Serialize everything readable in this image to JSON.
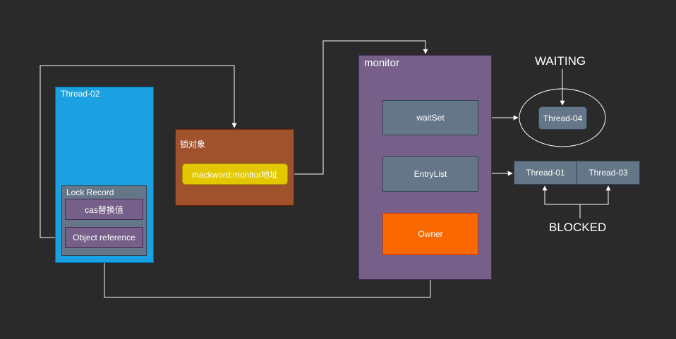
{
  "diagram": {
    "thread02": {
      "title": "Thread-02"
    },
    "lock_record": {
      "title": "Lock Record",
      "cas_label": "cas替换值",
      "object_reference_label": "Object reference"
    },
    "lock_object": {
      "title": "锁对象",
      "markword_label": "mackword:monitor地址"
    },
    "monitor": {
      "title": "monitor",
      "waitset_label": "waitSet",
      "entrylist_label": "EntryList",
      "owner_label": "Owner"
    },
    "waiting": {
      "label": "WAITING",
      "thread": "Thread-04"
    },
    "blocked": {
      "label": "BLOCKED",
      "threads": [
        "Thread-01",
        "Thread-03"
      ]
    }
  },
  "colors": {
    "background": "#2a2a2a",
    "thread_box": "#1ba1e2",
    "lock_record": "#647687",
    "purple": "#76608a",
    "lock_object": "#a0522d",
    "markword": "#e3c800",
    "owner": "#fa6800",
    "connector": "#ffffff"
  }
}
